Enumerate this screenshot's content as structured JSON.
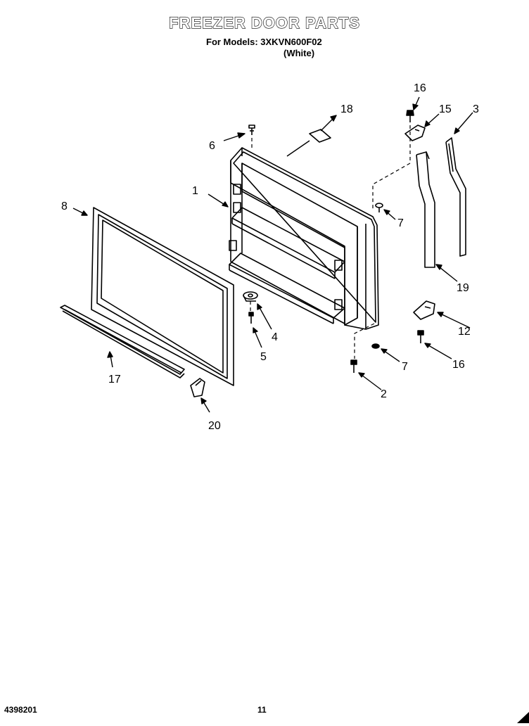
{
  "header": {
    "title": "FREEZER DOOR PARTS",
    "models_line": "For Models: 3XKVN600F02",
    "color_line": "(White)"
  },
  "callouts": {
    "c1": "1",
    "c2": "2",
    "c3": "3",
    "c4": "4",
    "c5": "5",
    "c6": "6",
    "c7a": "7",
    "c7b": "7",
    "c8": "8",
    "c12": "12",
    "c15": "15",
    "c16a": "16",
    "c16b": "16",
    "c17": "17",
    "c18": "18",
    "c19": "19",
    "c20": "20"
  },
  "footer": {
    "doc_number": "4398201",
    "page_number": "11"
  }
}
